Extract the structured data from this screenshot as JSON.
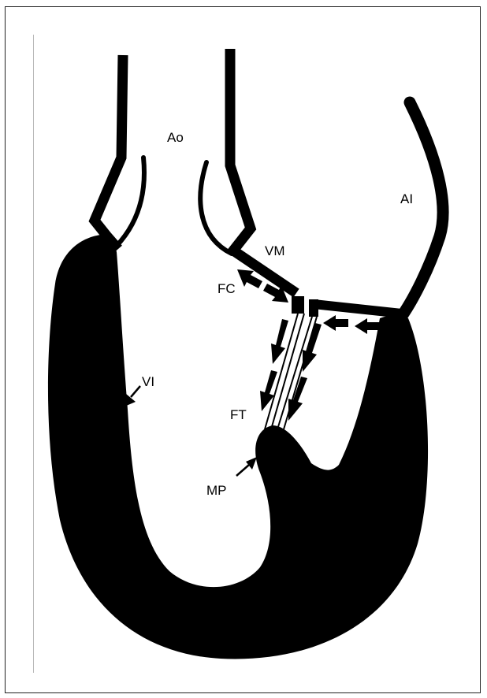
{
  "diagram": {
    "colors": {
      "ink": "#000000",
      "background": "#ffffff",
      "frame": "#222222"
    },
    "labels": {
      "ao": "Ao",
      "ai": "AI",
      "vm": "VM",
      "fc": "FC",
      "vi": "VI",
      "ft": "FT",
      "mp": "MP"
    }
  }
}
